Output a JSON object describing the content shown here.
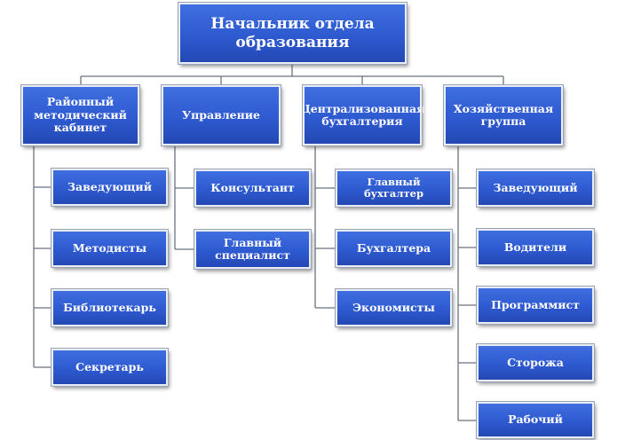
{
  "root": {
    "label": "Начальник отдела\nобразования"
  },
  "departments": [
    {
      "label": "Районный\nметодический\nкабинет",
      "children": [
        "Заведующий",
        "Методисты",
        "Библиотекарь",
        "Секретарь"
      ]
    },
    {
      "label": "Управление",
      "children": [
        "Консультант",
        "Главный\nспециалист"
      ]
    },
    {
      "label": "Централизованная\nбухгалтерия",
      "children": [
        "Главный бухгалтер",
        "Бухгалтера",
        "Экономисты"
      ]
    },
    {
      "label": "Хозяйственная\nгруппа",
      "children": [
        "Заведующий",
        "Водители",
        "Программист",
        "Сторожа",
        "Рабочий"
      ]
    }
  ],
  "colors": {
    "box_fill": "#2e5ad0",
    "box_border": "#e9edf5",
    "connector": "#6b7280",
    "text": "#ffffff"
  }
}
